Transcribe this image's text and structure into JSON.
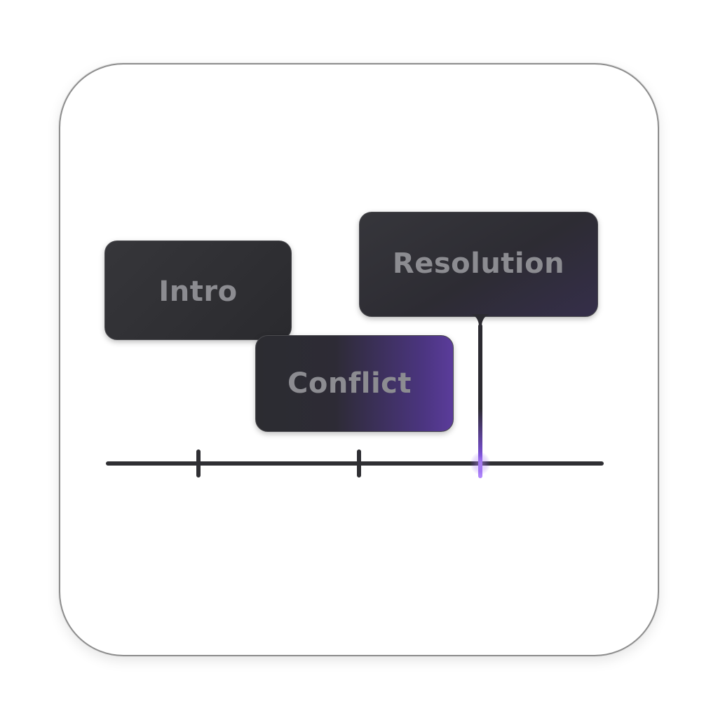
{
  "timeline": {
    "segments": [
      {
        "label": "Intro"
      },
      {
        "label": "Conflict"
      },
      {
        "label": "Resolution"
      }
    ],
    "accent_color": "#7a4fd6",
    "card_color": "#2e2e33",
    "marker_icon": "playhead-marker"
  }
}
